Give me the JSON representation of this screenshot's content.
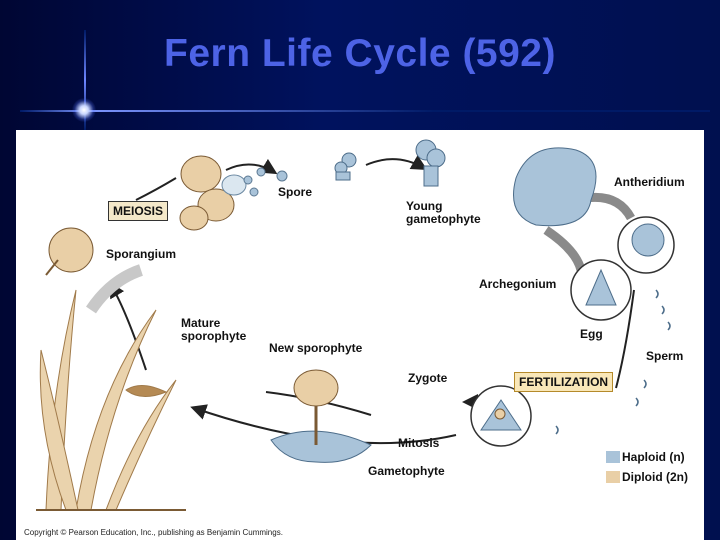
{
  "title": "Fern Life Cycle (592)",
  "labels": {
    "spore": "Spore",
    "young_gametophyte": "Young\ngametophyte",
    "antheridium": "Antheridium",
    "meiosis": "MEIOSIS",
    "sporangium": "Sporangium",
    "archegonium": "Archegonium",
    "mature_sporophyte": "Mature\nsporophyte",
    "new_sporophyte": "New sporophyte",
    "egg": "Egg",
    "sperm": "Sperm",
    "zygote": "Zygote",
    "fertilization": "FERTILIZATION",
    "mitosis": "Mitosis",
    "gametophyte": "Gametophyte"
  },
  "legend": [
    {
      "label": "Haploid (n)",
      "color": "#a9c3d9"
    },
    {
      "label": "Diploid (2n)",
      "color": "#e9cfa6"
    }
  ],
  "credit": "Copyright © Pearson Education, Inc., publishing as Benjamin Cummings.",
  "colors": {
    "haploid": "#a9c3d9",
    "diploid": "#e9cfa6",
    "title": "#4d63e6"
  }
}
